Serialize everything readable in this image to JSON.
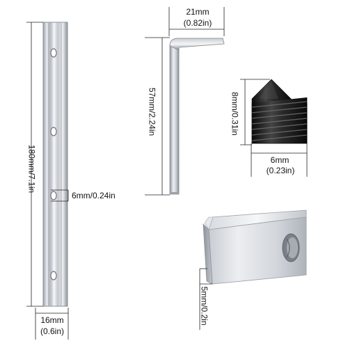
{
  "dimensions": {
    "rail_length": "180mm/7.1in",
    "rail_hole": "6mm/0.24in",
    "rail_width_mm": "16mm",
    "rail_width_in": "(0.6in)",
    "key_width_mm": "21mm",
    "key_width_in": "(0.82in)",
    "key_length": "57mm/2.24in",
    "screw_height": "8mm/0.31in",
    "screw_diameter_mm": "6mm",
    "screw_diameter_in": "(0.23in)",
    "nut_height": "5mm/0.2in"
  },
  "colors": {
    "metal_light": "#f2f3f5",
    "metal_mid": "#b9bdc3",
    "metal_dark": "#7b8088",
    "screw_black": "#1c1c1c",
    "dimension_line": "#222222"
  }
}
